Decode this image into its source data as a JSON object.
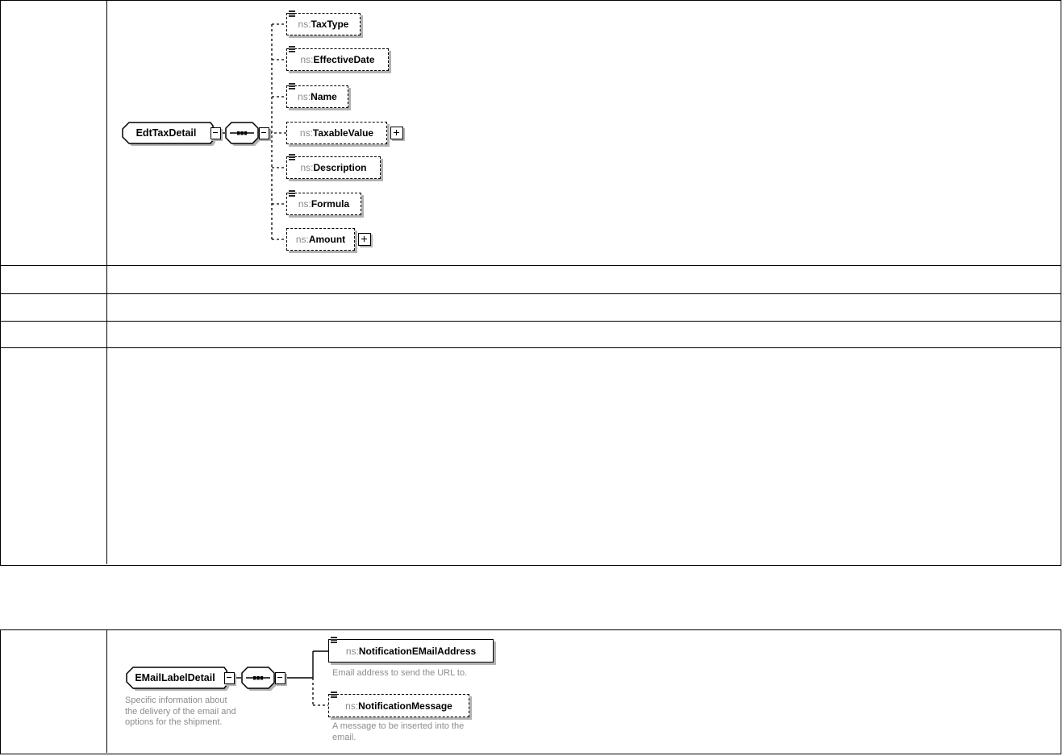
{
  "colors": {
    "line": "#000000",
    "box_fill": "#ffffff",
    "box_shadow": "#b2b2b2",
    "ns_prefix": "#8a8a8a",
    "element_name": "#000000",
    "annotation_text": "#8c8c8c"
  },
  "diagram1": {
    "root": {
      "label": "EdtTaxDetail"
    },
    "compositor": "sequence",
    "children": [
      {
        "prefix": "ns:",
        "name": "TaxType"
      },
      {
        "prefix": "ns:",
        "name": "EffectiveDate"
      },
      {
        "prefix": "ns:",
        "name": "Name"
      },
      {
        "prefix": "ns:",
        "name": "TaxableValue"
      },
      {
        "prefix": "ns:",
        "name": "Description"
      },
      {
        "prefix": "ns:",
        "name": "Formula"
      },
      {
        "prefix": "ns:",
        "name": "Amount"
      }
    ]
  },
  "diagram2": {
    "root": {
      "label": "EMailLabelDetail",
      "annotation_lines": [
        "Specific information about",
        "the delivery of the email and",
        "options for the shipment."
      ]
    },
    "compositor": "sequence",
    "children": [
      {
        "prefix": "ns:",
        "name": "NotificationEMailAddress",
        "annotation_lines": [
          "Email address to send the URL to."
        ]
      },
      {
        "prefix": "ns:",
        "name": "NotificationMessage",
        "annotation_lines": [
          "A message to be inserted into the",
          "email."
        ]
      }
    ]
  }
}
